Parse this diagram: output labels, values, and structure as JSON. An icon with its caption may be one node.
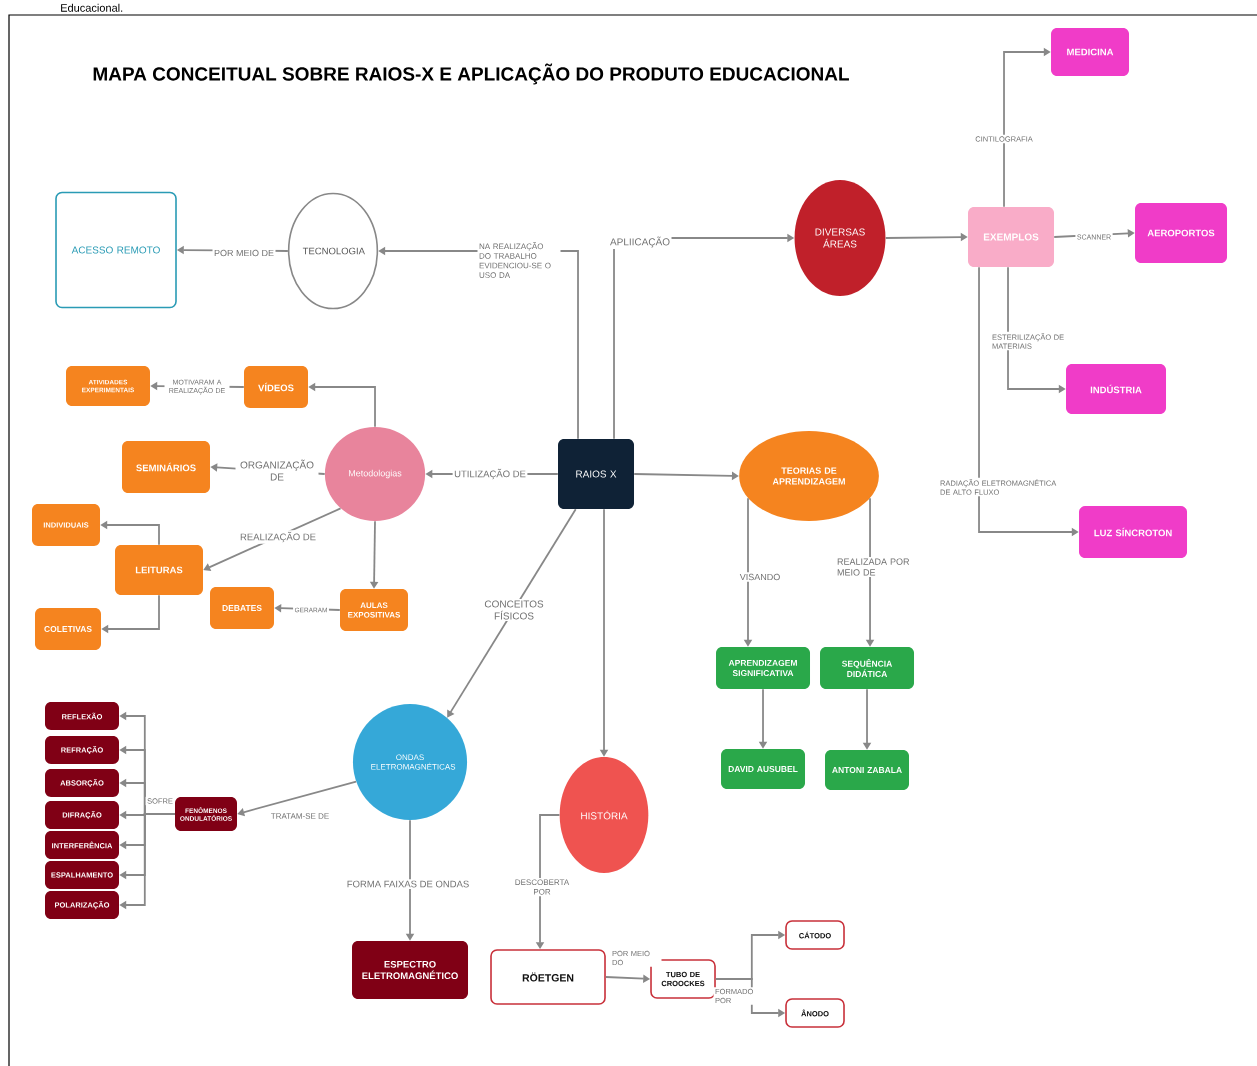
{
  "diagram": {
    "title": "MAPA CONCEITUAL SOBRE RAIOS-X E APLICAÇÃO DO PRODUTO EDUCACIONAL",
    "nodes": [
      {
        "text": [
          "ACESSO REMOTO"
        ]
      },
      {
        "text": [
          "TECNOLOGIA"
        ]
      },
      {
        "text": [
          "RAIOS X"
        ]
      },
      {
        "text": [
          "DIVERSAS ÁREAS"
        ]
      },
      {
        "text": [
          "EXEMPLOS"
        ]
      },
      {
        "text": [
          "MEDICINA"
        ]
      },
      {
        "text": [
          "AEROPORTOS"
        ]
      },
      {
        "text": [
          "INDÚSTRIA"
        ]
      },
      {
        "text": [
          "LUZ SÍNCROTON"
        ]
      },
      {
        "text": [
          "Metodologias"
        ]
      },
      {
        "text": [
          "VÍDEOS"
        ]
      },
      {
        "text": [
          "ATIVIDADES EXPERIMENTAIS"
        ]
      },
      {
        "text": [
          "SEMINÁRIOS"
        ]
      },
      {
        "text": [
          "INDIVIDUAIS"
        ]
      },
      {
        "text": [
          "LEITURAS"
        ]
      },
      {
        "text": [
          "COLETIVAS"
        ]
      },
      {
        "text": [
          "DEBATES"
        ]
      },
      {
        "text": [
          "AULAS EXPOSITIVAS"
        ]
      },
      {
        "text": [
          "TEORIAS DE APRENDIZAGEM"
        ]
      },
      {
        "text": [
          "APRENDIZAGEM SIGNIFICATIVA"
        ]
      },
      {
        "text": [
          "SEQUÊNCIA DIDÁTICA"
        ]
      },
      {
        "text": [
          "DAVID AUSUBEL"
        ]
      },
      {
        "text": [
          "ANTONI ZABALA"
        ]
      },
      {
        "text": [
          "ONDAS ELETROMAGNÉTICAS"
        ]
      },
      {
        "text": [
          "HISTÓRIA"
        ]
      },
      {
        "text": [
          "FENÔMENOS ONDULATÓRIOS"
        ]
      },
      {
        "text": [
          "REFLEXÃO"
        ]
      },
      {
        "text": [
          "REFRAÇÃO"
        ]
      },
      {
        "text": [
          "ABSORÇÃO"
        ]
      },
      {
        "text": [
          "DIFRAÇÃO"
        ]
      },
      {
        "text": [
          "INTERFERÊNCIA"
        ]
      },
      {
        "text": [
          "ESPALHAMENTO"
        ]
      },
      {
        "text": [
          "POLARIZAÇÃO"
        ]
      },
      {
        "text": [
          "ESPECTRO ELETROMAGNÉTICO"
        ]
      },
      {
        "text": [
          "RÖETGEN"
        ]
      },
      {
        "text": [
          "TUBO DE CROOCKES"
        ]
      },
      {
        "text": [
          "CÁTODO"
        ]
      },
      {
        "text": [
          "ÂNODO"
        ]
      }
    ],
    "edges": [
      {
        "from": 1,
        "to": 0,
        "arrow": "to",
        "label": "POR MEIO DE"
      },
      {
        "from": 2,
        "to": 1,
        "arrow": "to",
        "label": "NA REALIZAÇÃO DO TRABALHO EVIDENCIOU-SE O USO DA"
      },
      {
        "from": 2,
        "to": 3,
        "arrow": "to",
        "label": "APLIICAÇÃO"
      },
      {
        "from": 3,
        "to": 4,
        "arrow": "to"
      },
      {
        "from": 4,
        "to": 5,
        "arrow": "to",
        "label": "CINTILOGRAFIA"
      },
      {
        "from": 4,
        "to": 6,
        "arrow": "to",
        "label": "SCANNER"
      },
      {
        "from": 4,
        "to": 7,
        "arrow": "to",
        "label": "ESTERILIZAÇÃO DE MATERIAIS"
      },
      {
        "from": 4,
        "to": 8,
        "arrow": "to",
        "label": "RADIAÇÃO ELETROMAGNÉTICA DE ALTO FLUXO"
      },
      {
        "from": 2,
        "to": 9,
        "arrow": "to",
        "label": "UTILIZAÇÃO DE"
      },
      {
        "from": 9,
        "to": 10,
        "arrow": "to"
      },
      {
        "from": 10,
        "to": 11,
        "arrow": "to",
        "label": "MOTIVARAM A REALIZAÇÃO DE"
      },
      {
        "from": 9,
        "to": 12,
        "arrow": "to",
        "label": "ORGANIZAÇÃO DE"
      },
      {
        "from": 9,
        "to": 14,
        "arrow": "to",
        "label": "REALIZAÇÃO DE"
      },
      {
        "from": 14,
        "to": 13,
        "arrow": "to"
      },
      {
        "from": 14,
        "to": 15,
        "arrow": "to"
      },
      {
        "from": 9,
        "to": 17,
        "arrow": "to"
      },
      {
        "from": 17,
        "to": 16,
        "arrow": "to",
        "label": "GERARAM"
      },
      {
        "from": 2,
        "to": 18,
        "arrow": "to"
      },
      {
        "from": 18,
        "to": 19,
        "arrow": "to",
        "label": "VISANDO"
      },
      {
        "from": 18,
        "to": 20,
        "arrow": "to",
        "label": "REALIZADA POR MEIO DE"
      },
      {
        "from": 19,
        "to": 21,
        "arrow": "to"
      },
      {
        "from": 20,
        "to": 22,
        "arrow": "to"
      },
      {
        "from": 2,
        "to": 23,
        "arrow": "to",
        "label": "CONCEITOS FÍSICOS"
      },
      {
        "from": 2,
        "to": 24,
        "arrow": "to"
      },
      {
        "from": 23,
        "to": 25,
        "arrow": "to",
        "label": "TRATAM-SE DE"
      },
      {
        "from": 25,
        "to": 26,
        "arrow": "to"
      },
      {
        "from": 25,
        "to": 27,
        "arrow": "to"
      },
      {
        "from": 25,
        "to": 28,
        "arrow": "to"
      },
      {
        "from": 25,
        "to": 29,
        "arrow": "to",
        "label": "SOFRE"
      },
      {
        "from": 25,
        "to": 30,
        "arrow": "to"
      },
      {
        "from": 25,
        "to": 31,
        "arrow": "to"
      },
      {
        "from": 25,
        "to": 32,
        "arrow": "to"
      },
      {
        "from": 23,
        "to": 33,
        "arrow": "to",
        "label": "FORMA FAIXAS DE ONDAS"
      },
      {
        "from": 24,
        "to": 34,
        "arrow": "to",
        "label": "DESCOBERTA POR"
      },
      {
        "from": 34,
        "to": 35,
        "arrow": "to",
        "label": "POR MEIO DO"
      },
      {
        "from": 35,
        "to": 36,
        "arrow": "to"
      },
      {
        "from": 35,
        "to": 37,
        "arrow": "to",
        "label": "FORMADO POR"
      }
    ],
    "labels": [
      "Educacional."
    ]
  }
}
